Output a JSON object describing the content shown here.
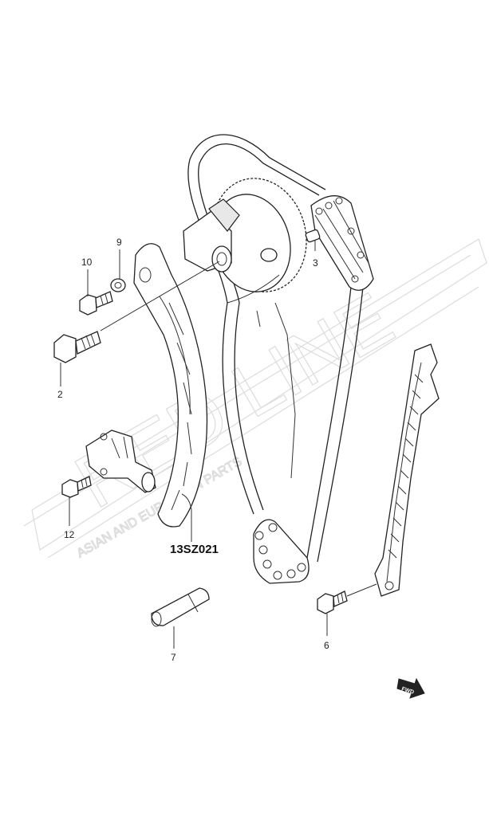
{
  "diagram_code": "13SZ021",
  "fwd_label": "FWD",
  "callouts": [
    {
      "id": "callout-2",
      "label": "2"
    },
    {
      "id": "callout-3",
      "label": "3"
    },
    {
      "id": "callout-6",
      "label": "6"
    },
    {
      "id": "callout-7",
      "label": "7"
    },
    {
      "id": "callout-9",
      "label": "9"
    },
    {
      "id": "callout-10",
      "label": "10"
    },
    {
      "id": "callout-12",
      "label": "12"
    }
  ],
  "watermark": {
    "brand": "RED LINE",
    "tagline": "ASIAN AND EUROPEAN PARTS"
  }
}
